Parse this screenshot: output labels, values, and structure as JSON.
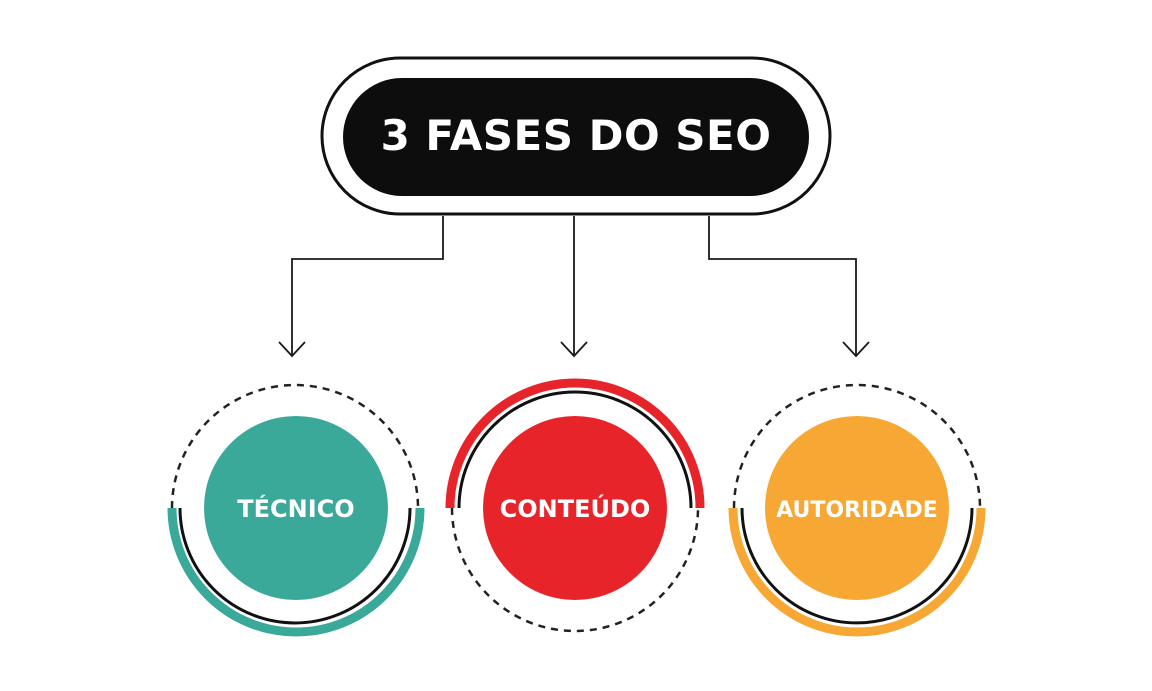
{
  "title": "3 FASES DO SEO",
  "phases": [
    {
      "label": "TÉCNICO",
      "color": "#3aa99a"
    },
    {
      "label": "CONTEÚDO",
      "color": "#e8242b"
    },
    {
      "label": "AUTORIDADE",
      "color": "#f7a733"
    }
  ],
  "colors": {
    "title_bg": "#0d0d0d",
    "title_text": "#ffffff",
    "line": "#1a1a1a"
  }
}
